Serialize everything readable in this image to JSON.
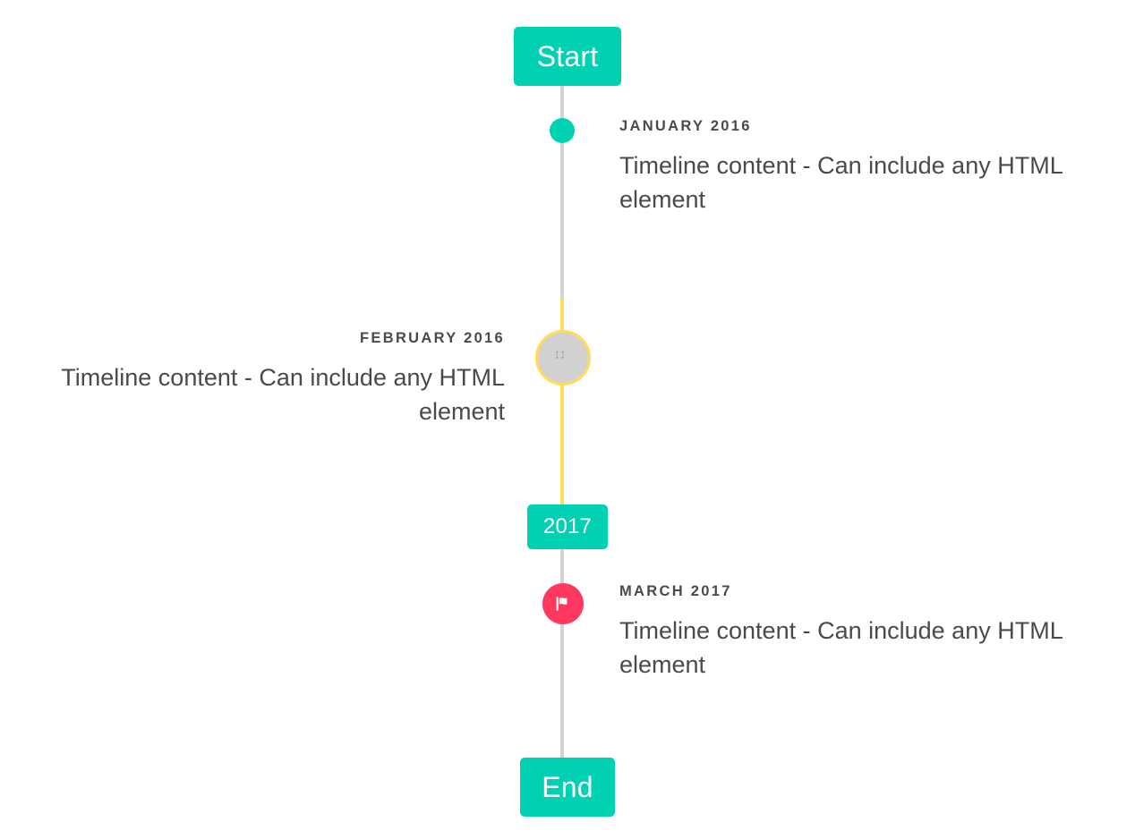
{
  "timeline": {
    "start_label": "Start",
    "end_label": "End",
    "divider_label": "2017",
    "colors": {
      "primary": "#00d1b2",
      "warning": "#ffdd57",
      "danger": "#ff3860",
      "rail": "#d3d3d3",
      "marker_image_fill": "#d1d1d1",
      "text": "#4a4a4a"
    },
    "items": [
      {
        "heading": "JANUARY 2016",
        "body": "Timeline content - Can include any HTML element",
        "marker": "dot-marker",
        "marker_color": "#00d1b2",
        "side": "right"
      },
      {
        "heading": "FEBRUARY 2016",
        "body": "Timeline content - Can include any HTML element",
        "marker": "broken-image-icon",
        "marker_color": "#ffdd57",
        "side": "left"
      },
      {
        "heading": "MARCH 2017",
        "body": "Timeline content - Can include any HTML element",
        "marker": "flag-icon",
        "marker_color": "#ff3860",
        "side": "right"
      }
    ]
  }
}
